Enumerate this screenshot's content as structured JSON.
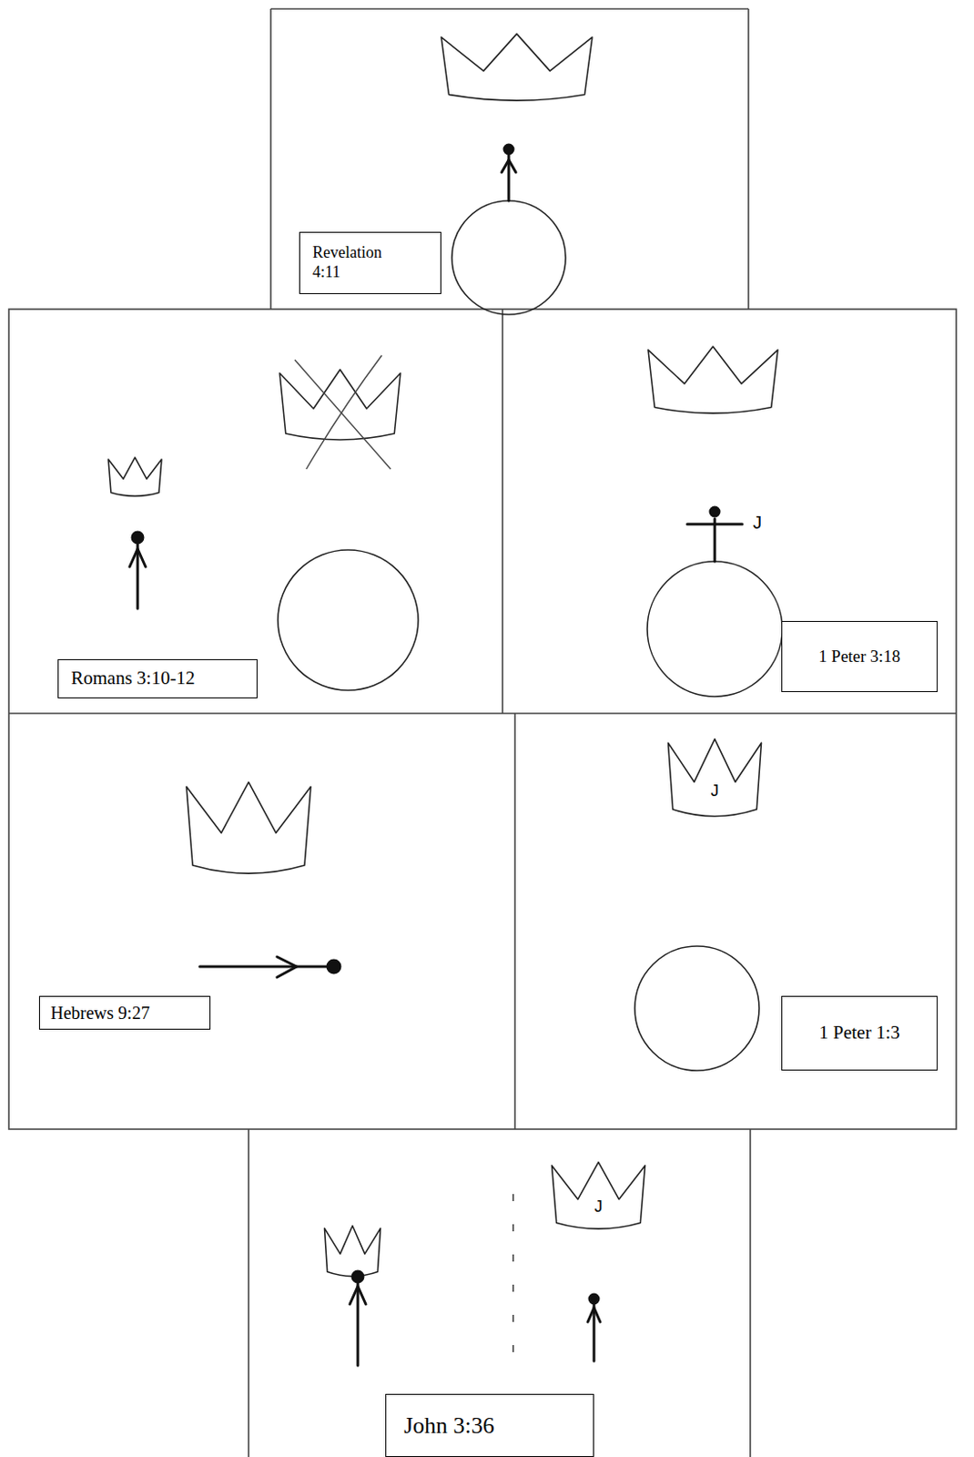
{
  "diagram": {
    "nodes": [
      {
        "text": [
          "Revelation 4:11"
        ]
      },
      {
        "text": [
          "Romans 3:10-12"
        ]
      },
      {
        "text": [
          "1 Peter 3:18"
        ]
      },
      {
        "text": [
          "Hebrews 9:27"
        ]
      },
      {
        "text": [
          "1 Peter 1:3"
        ]
      },
      {
        "text": [
          "John 3:36"
        ]
      }
    ],
    "labels": [
      "J",
      "J",
      "J"
    ]
  }
}
